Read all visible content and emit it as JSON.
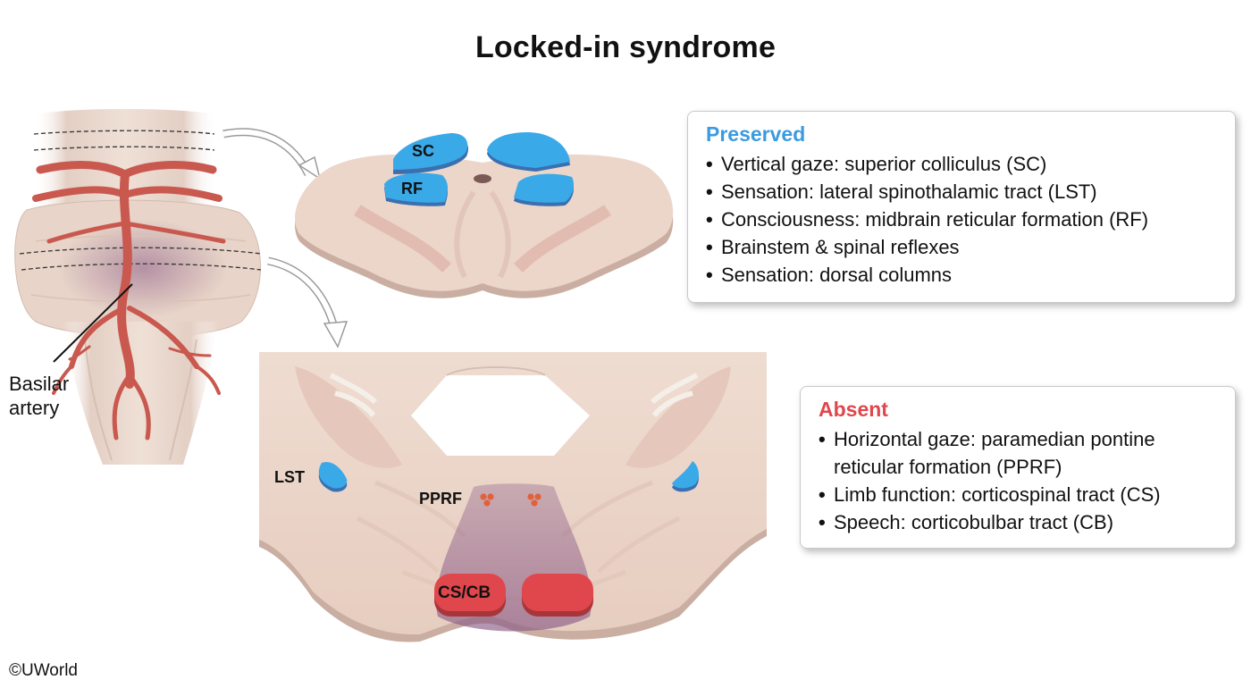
{
  "title": "Locked-in syndrome",
  "artery_label": "Basilar\nartery",
  "preserved": {
    "heading": "Preserved",
    "color": "#3a9be0",
    "items": [
      "Vertical gaze: superior colliculus (SC)",
      "Sensation: lateral spinothalamic tract (LST)",
      "Consciousness: midbrain reticular formation (RF)",
      "Brainstem & spinal reflexes",
      "Sensation: dorsal columns"
    ]
  },
  "absent": {
    "heading": "Absent",
    "color": "#e0474c",
    "items": [
      "Horizontal gaze: paramedian pontine reticular formation (PPRF)",
      "Limb function: corticospinal tract (CS)",
      "Speech: corticobulbar tract (CB)"
    ]
  },
  "structure_labels": {
    "sc": "SC",
    "rf": "RF",
    "lst": "LST",
    "pprf": "PPRF",
    "cs_cb": "CS/CB"
  },
  "copyright": "©UWorld",
  "colors": {
    "tissue": "#ecd5c8",
    "tissue_edge": "#c9aea1",
    "preserved_structure": "#3aa9e8",
    "absent_structure": "#e0474c",
    "artery": "#c9584f",
    "infarct": "#8a5a86"
  }
}
